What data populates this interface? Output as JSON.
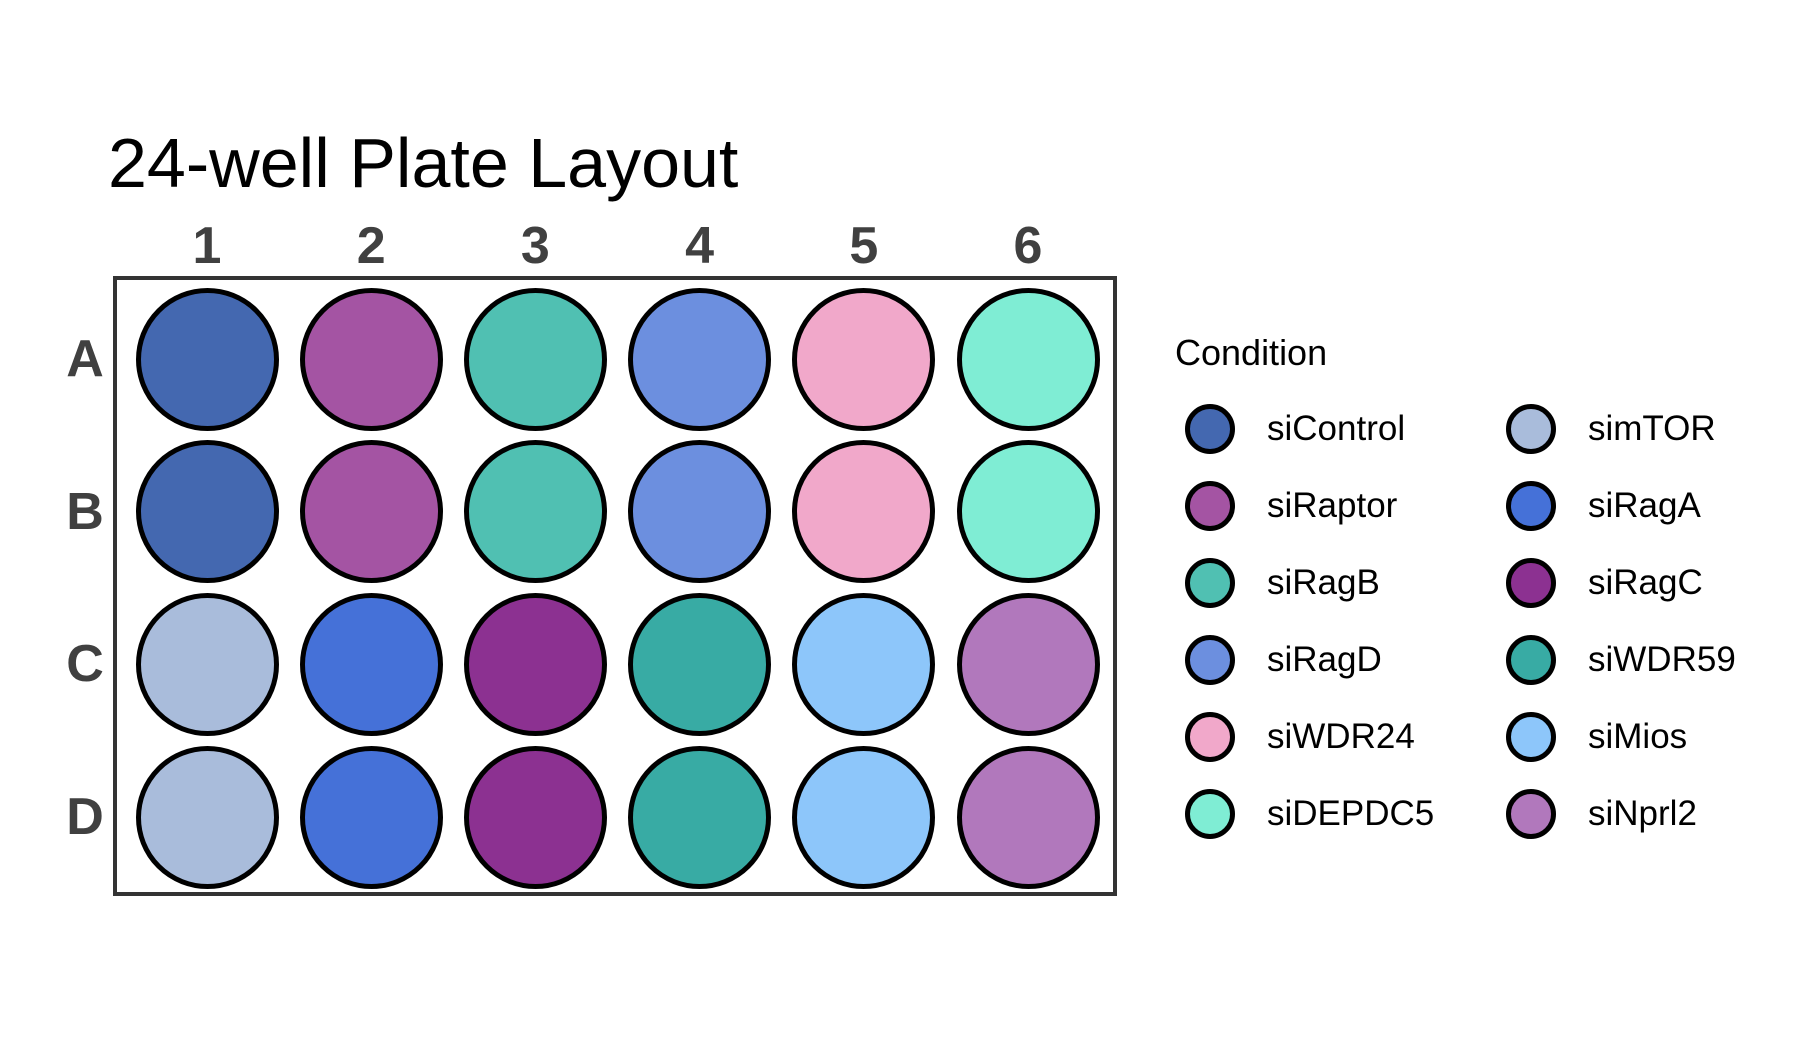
{
  "title": "24-well Plate Layout",
  "legend": {
    "title": "Condition",
    "columns": [
      [
        "siControl",
        "siRaptor",
        "siRagB",
        "siRagD",
        "siWDR24",
        "siDEPDC5"
      ],
      [
        "simTOR",
        "siRagA",
        "siRagC",
        "siWDR59",
        "siMios",
        "siNprl2"
      ]
    ]
  },
  "conditions": {
    "siControl": "#4468B0",
    "siRaptor": "#A454A3",
    "siRagB": "#50C0B2",
    "siRagD": "#6C8FDF",
    "siWDR24": "#F1A8CA",
    "siDEPDC5": "#7FEDD4",
    "simTOR": "#A9BCDB",
    "siRagA": "#4571D8",
    "siRagC": "#8C3191",
    "siWDR59": "#38ABA4",
    "siMios": "#8DC6FA",
    "siNprl2": "#B178BC"
  },
  "plate": {
    "row_labels": [
      "A",
      "B",
      "C",
      "D"
    ],
    "col_labels": [
      "1",
      "2",
      "3",
      "4",
      "5",
      "6"
    ],
    "wells": [
      [
        "siControl",
        "siRaptor",
        "siRagB",
        "siRagD",
        "siWDR24",
        "siDEPDC5"
      ],
      [
        "siControl",
        "siRaptor",
        "siRagB",
        "siRagD",
        "siWDR24",
        "siDEPDC5"
      ],
      [
        "simTOR",
        "siRagA",
        "siRagC",
        "siWDR59",
        "siMios",
        "siNprl2"
      ],
      [
        "simTOR",
        "siRagA",
        "siRagC",
        "siWDR59",
        "siMios",
        "siNprl2"
      ]
    ]
  },
  "chart_data": {
    "type": "scatter",
    "subtype": "plate-map",
    "title": "24-well Plate Layout",
    "rows": [
      "A",
      "B",
      "C",
      "D"
    ],
    "columns": [
      "1",
      "2",
      "3",
      "4",
      "5",
      "6"
    ],
    "legend_title": "Condition",
    "legend_position": "right",
    "grid": false,
    "well_assignments": {
      "A": [
        "siControl",
        "siRaptor",
        "siRagB",
        "siRagD",
        "siWDR24",
        "siDEPDC5"
      ],
      "B": [
        "siControl",
        "siRaptor",
        "siRagB",
        "siRagD",
        "siWDR24",
        "siDEPDC5"
      ],
      "C": [
        "simTOR",
        "siRagA",
        "siRagC",
        "siWDR59",
        "siMios",
        "siNprl2"
      ],
      "D": [
        "simTOR",
        "siRagA",
        "siRagC",
        "siWDR59",
        "siMios",
        "siNprl2"
      ]
    },
    "series": [
      {
        "name": "siControl",
        "color": "#4468B0",
        "wells": [
          "A1",
          "B1"
        ]
      },
      {
        "name": "siRaptor",
        "color": "#A454A3",
        "wells": [
          "A2",
          "B2"
        ]
      },
      {
        "name": "siRagB",
        "color": "#50C0B2",
        "wells": [
          "A3",
          "B3"
        ]
      },
      {
        "name": "siRagD",
        "color": "#6C8FDF",
        "wells": [
          "A4",
          "B4"
        ]
      },
      {
        "name": "siWDR24",
        "color": "#F1A8CA",
        "wells": [
          "A5",
          "B5"
        ]
      },
      {
        "name": "siDEPDC5",
        "color": "#7FEDD4",
        "wells": [
          "A6",
          "B6"
        ]
      },
      {
        "name": "simTOR",
        "color": "#A9BCDB",
        "wells": [
          "C1",
          "D1"
        ]
      },
      {
        "name": "siRagA",
        "color": "#4571D8",
        "wells": [
          "C2",
          "D2"
        ]
      },
      {
        "name": "siRagC",
        "color": "#8C3191",
        "wells": [
          "C3",
          "D3"
        ]
      },
      {
        "name": "siWDR59",
        "color": "#38ABA4",
        "wells": [
          "C4",
          "D4"
        ]
      },
      {
        "name": "siMios",
        "color": "#8DC6FA",
        "wells": [
          "C5",
          "D5"
        ]
      },
      {
        "name": "siNprl2",
        "color": "#B178BC",
        "wells": [
          "C6",
          "D6"
        ]
      }
    ]
  }
}
